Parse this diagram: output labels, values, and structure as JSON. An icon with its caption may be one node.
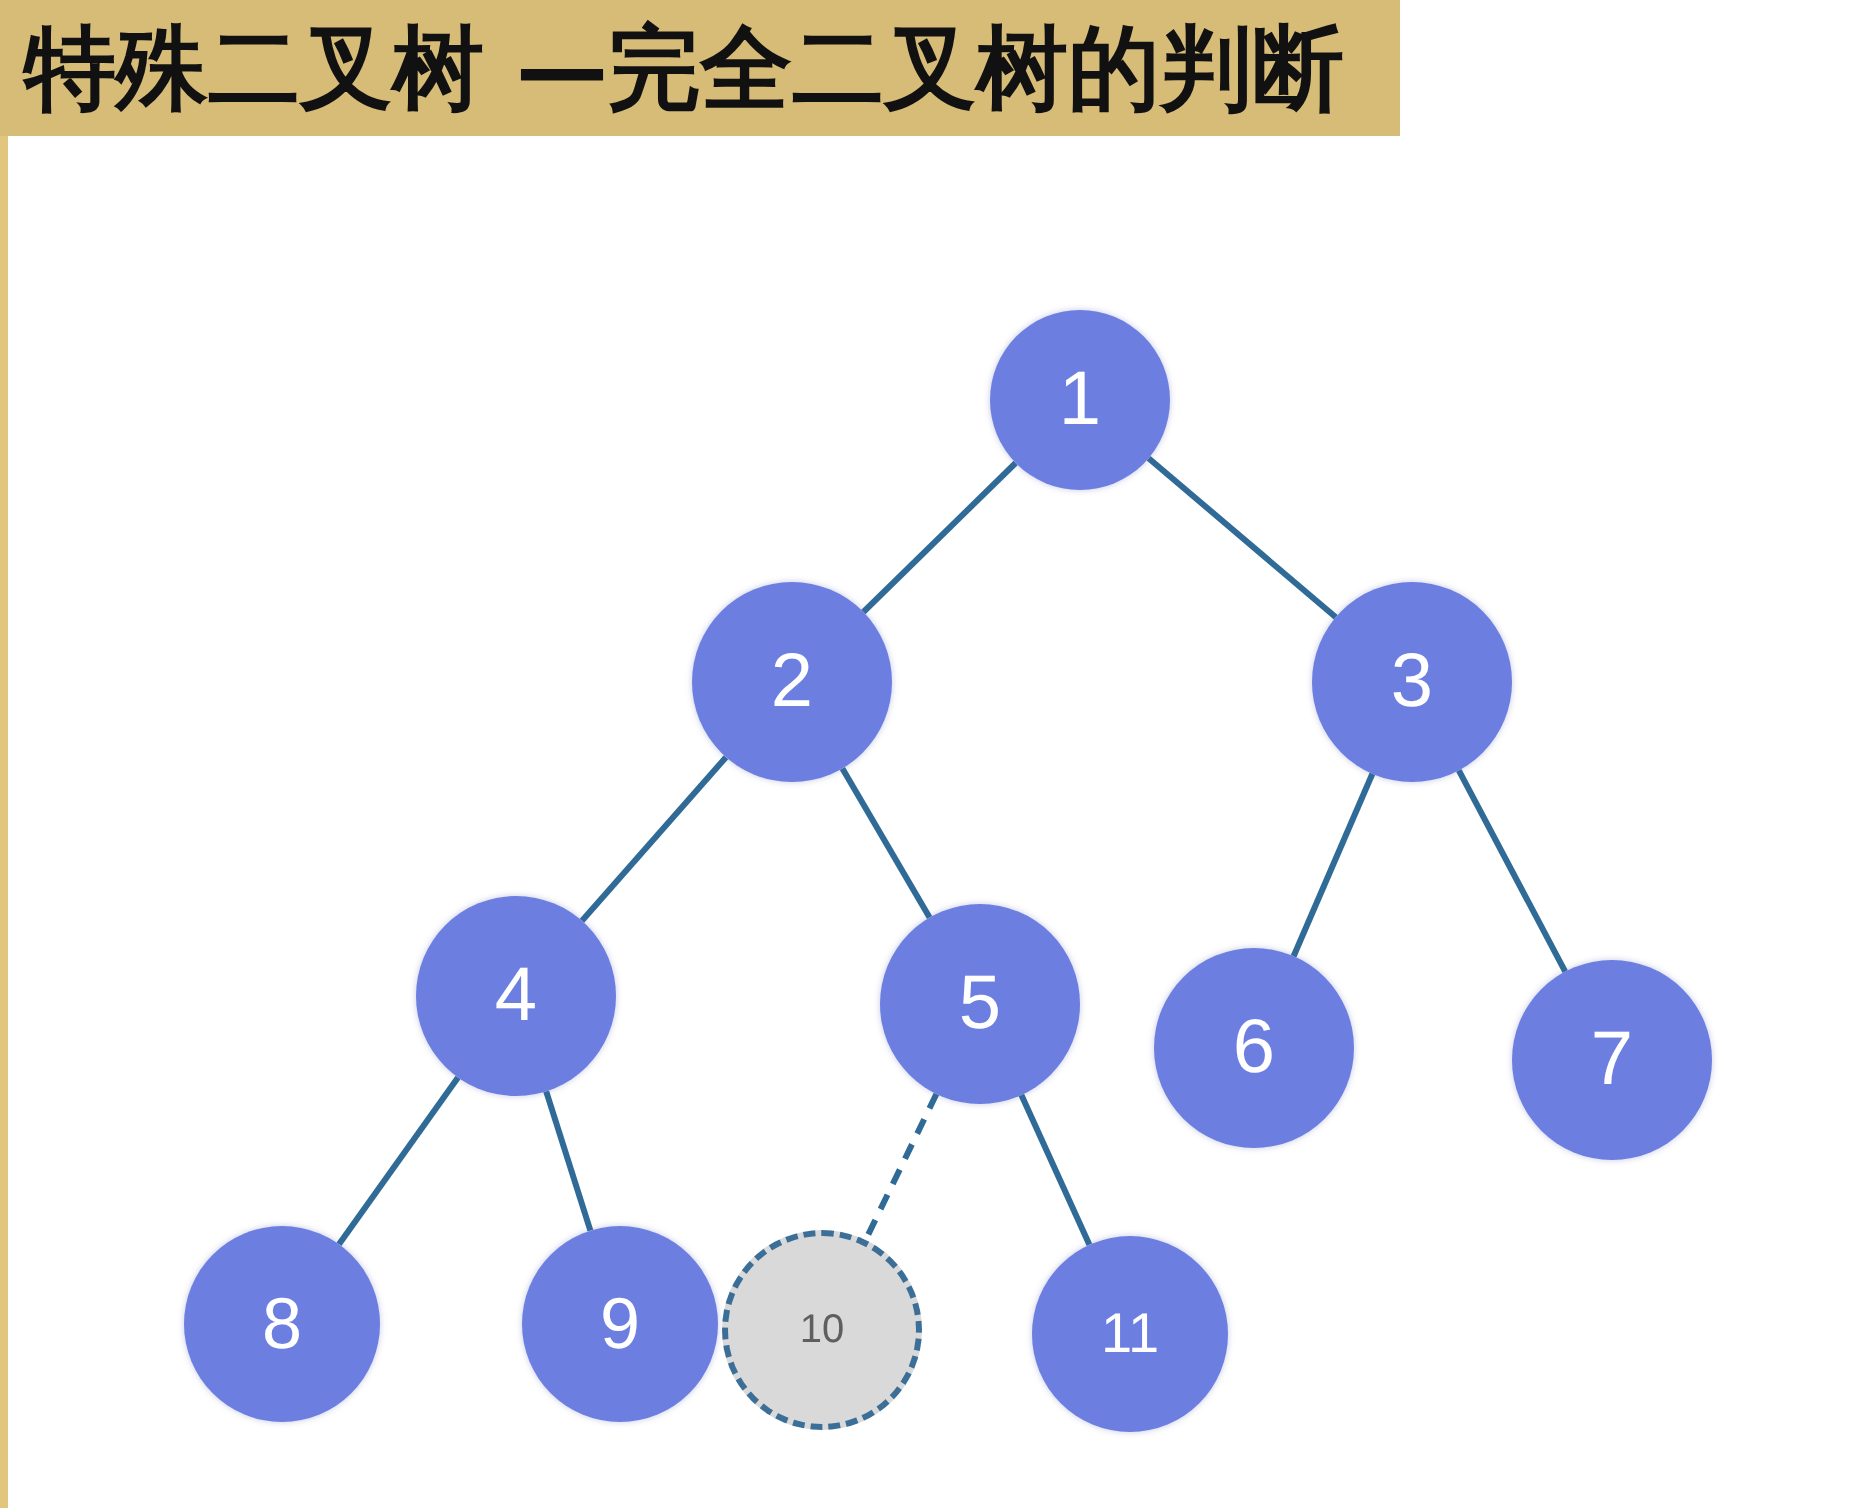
{
  "diagram": {
    "title": "特殊二叉树 —完全二叉树的判断",
    "nodes": [
      {
        "text": [
          "1"
        ]
      },
      {
        "text": [
          "2"
        ]
      },
      {
        "text": [
          "3"
        ]
      },
      {
        "text": [
          "4"
        ]
      },
      {
        "text": [
          "5"
        ]
      },
      {
        "text": [
          "6"
        ]
      },
      {
        "text": [
          "7"
        ]
      },
      {
        "text": [
          "8"
        ]
      },
      {
        "text": [
          "9"
        ]
      },
      {
        "text": [
          "10"
        ]
      },
      {
        "text": [
          "11"
        ]
      }
    ],
    "edges": [
      {
        "from": 0,
        "to": 1,
        "arrow": "none"
      },
      {
        "from": 0,
        "to": 2,
        "arrow": "none"
      },
      {
        "from": 1,
        "to": 3,
        "arrow": "none"
      },
      {
        "from": 1,
        "to": 4,
        "arrow": "none"
      },
      {
        "from": 2,
        "to": 5,
        "arrow": "none"
      },
      {
        "from": 2,
        "to": 6,
        "arrow": "none"
      },
      {
        "from": 3,
        "to": 7,
        "arrow": "none"
      },
      {
        "from": 3,
        "to": 8,
        "arrow": "none"
      },
      {
        "from": 4,
        "to": 9,
        "arrow": "none",
        "style": "dashed"
      },
      {
        "from": 4,
        "to": 10,
        "arrow": "none"
      }
    ]
  }
}
